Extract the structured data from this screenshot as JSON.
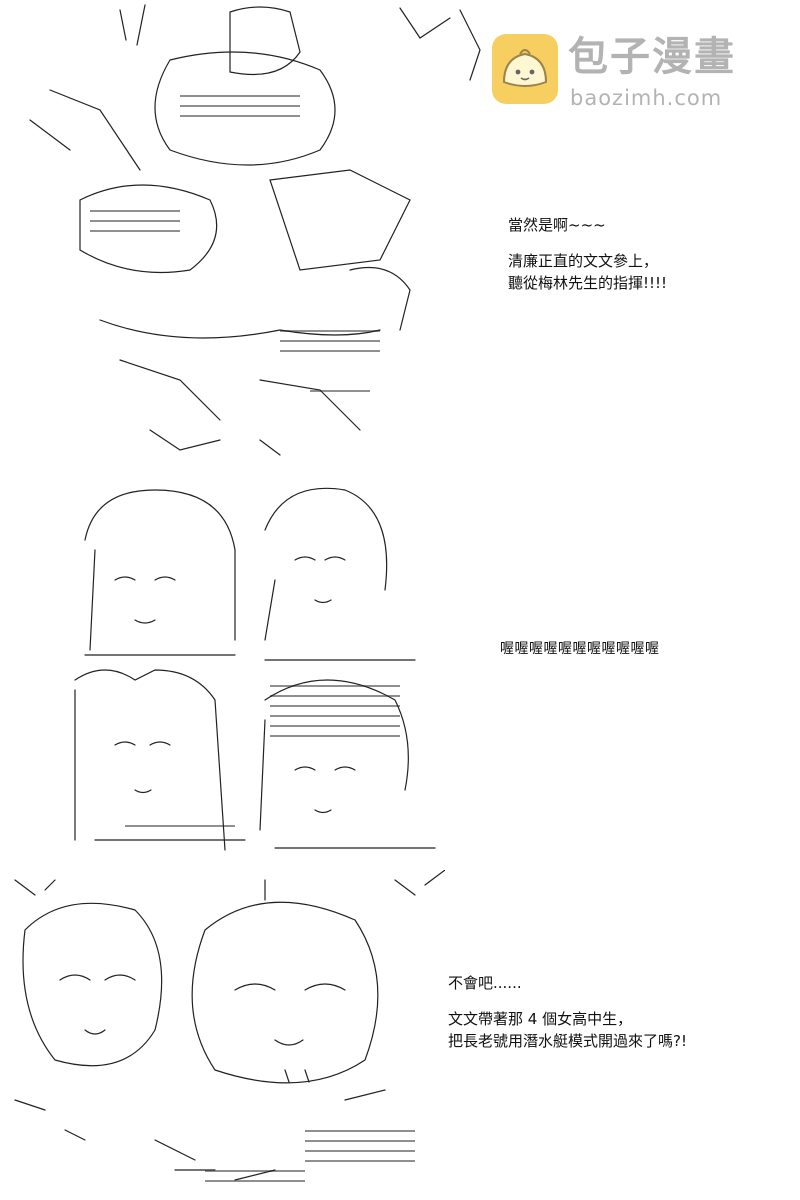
{
  "watermark": {
    "title": "包子漫畫",
    "url": "baozimh.com",
    "logo_icon": "bun-logo-icon",
    "logo_color": "#f5c02b"
  },
  "panels": [
    {
      "art": "ascii-art-crowd",
      "caption_lines": [
        "當然是啊~~~",
        "",
        "清廉正直的文文參上，",
        "聽從梅林先生的指揮!!!!"
      ]
    },
    {
      "art": "ascii-art-four-girls",
      "caption_lines": [
        "喔喔喔喔喔喔喔喔喔喔喔"
      ]
    },
    {
      "art": "ascii-art-faces",
      "caption_lines": [
        "不會吧......",
        "",
        "文文帶著那 4 個女高中生，",
        "把長老號用潛水艇模式開過來了嗎?!"
      ]
    }
  ]
}
